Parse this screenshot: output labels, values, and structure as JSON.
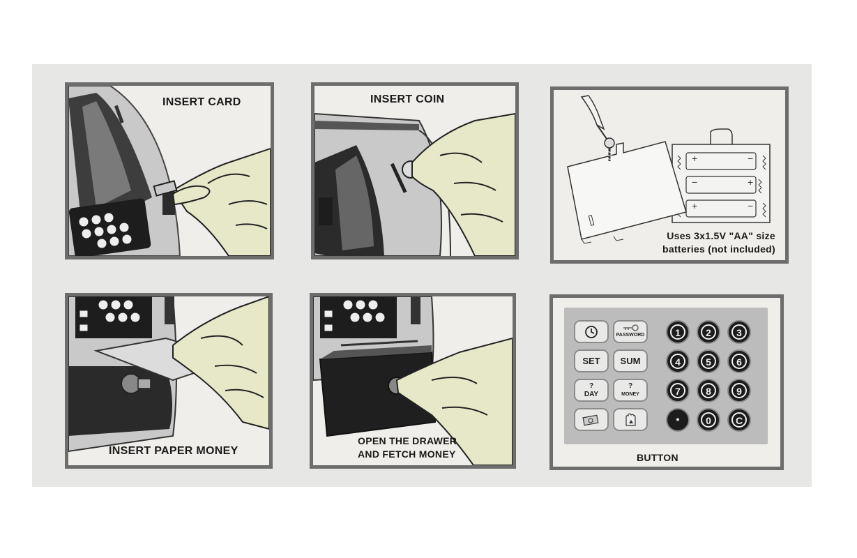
{
  "panels": {
    "insert_card": {
      "caption": "INSERT CARD"
    },
    "insert_coin": {
      "caption": "INSERT COIN"
    },
    "batteries": {
      "caption_line1": "Uses 3x1.5V \"AA\" size",
      "caption_line2": "batteries (not included)"
    },
    "insert_paper": {
      "caption": "INSERT PAPER MONEY"
    },
    "open_drawer": {
      "caption_line1": "OPEN THE DRAWER",
      "caption_line2": "AND FETCH MONEY"
    },
    "button": {
      "caption": "BUTTON"
    }
  },
  "keypad": {
    "func": {
      "password": "PASSWORD",
      "set": "SET",
      "sum": "SUM",
      "day_q": "?",
      "day": "DAY",
      "money_q": "?",
      "money": "MONEY"
    },
    "digits": [
      "1",
      "2",
      "3",
      "4",
      "5",
      "6",
      "7",
      "8",
      "9",
      "•",
      "0",
      "C"
    ]
  },
  "battery_signs": {
    "plus": "+",
    "minus": "−"
  },
  "colors": {
    "frame": "#6d6d6d",
    "hand": "#e6e8c8",
    "machine_dark": "#3a3a3a",
    "machine_light": "#c9c9c9"
  }
}
